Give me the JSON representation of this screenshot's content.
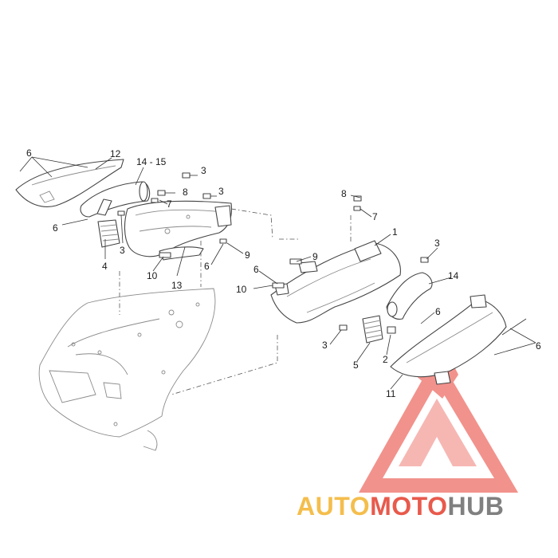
{
  "callouts": {
    "c6_tl": "6",
    "c12": "12",
    "c14_15": "14 - 15",
    "c3_a": "3",
    "c8_a": "8",
    "c3_b": "3",
    "c7_a": "7",
    "c6_l": "6",
    "c3_c": "3",
    "c4": "4",
    "c10_a": "10",
    "c13": "13",
    "c6_m": "6",
    "c9_a": "9",
    "c8_b": "8",
    "c7_b": "7",
    "c1": "1",
    "c3_d": "3",
    "c9_b": "9",
    "c6_n": "6",
    "c14": "14",
    "c10_b": "10",
    "c6_o": "6",
    "c3_e": "3",
    "c5": "5",
    "c2": "2",
    "c6_r": "6",
    "c11": "11"
  },
  "watermark": {
    "part1": "AUTO",
    "part2": "MOTO",
    "part3": "HUB",
    "colors": {
      "auto": "#f4be4c",
      "moto": "#e85a4c",
      "hub": "#808080",
      "logo": "#ee6e66"
    }
  }
}
